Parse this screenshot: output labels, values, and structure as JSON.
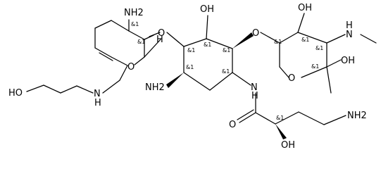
{
  "molecule": {
    "atoms": {
      "nh2_top": "NH2",
      "o_link_left": "O",
      "h_anomeric": "H",
      "o_ring_left": "O",
      "oh_top_mid": "OH",
      "o_link_right": "O",
      "oh_top_right": "OH",
      "n_methyl": "N",
      "h_methyl_nh": "H",
      "oh_right": "OH",
      "o_ring_right": "O",
      "nh2_mid_left": "NH2",
      "nh_amide": "N",
      "h_amide": "H",
      "ho_bottom_left": "HO",
      "n_amine_bottom": "N",
      "h_amine_bottom": "H",
      "o_carbonyl": "O",
      "nh2_bottom_right": "NH2",
      "oh_bottom": "OH"
    },
    "stereo_label": "&1"
  }
}
